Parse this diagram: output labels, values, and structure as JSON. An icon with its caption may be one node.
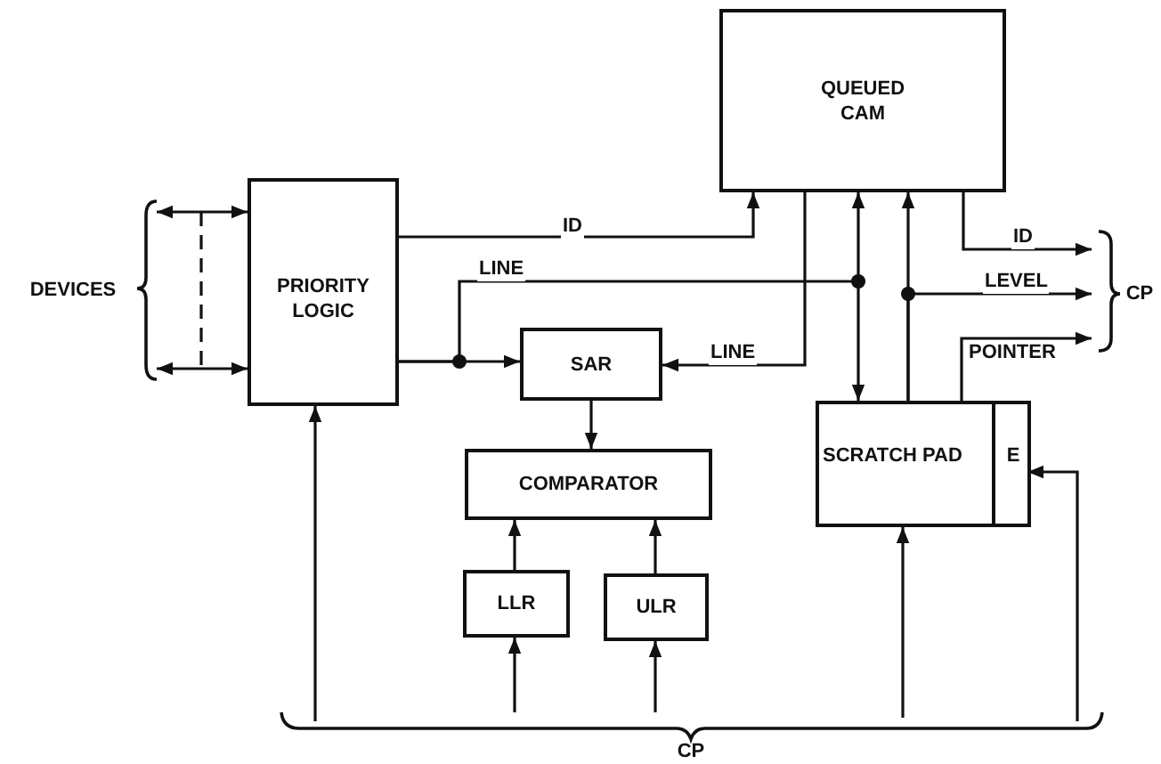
{
  "diagram": {
    "nodes": [
      {
        "text": [
          "QUEUED CAM"
        ]
      },
      {
        "text": [
          "PRIORITY LOGIC"
        ]
      },
      {
        "text": [
          "SAR"
        ]
      },
      {
        "text": [
          "COMPARATOR"
        ]
      },
      {
        "text": [
          "LLR"
        ]
      },
      {
        "text": [
          "ULR"
        ]
      },
      {
        "text": [
          "SCRATCH PAD"
        ]
      },
      {
        "text": [
          "E"
        ],
        "in": 6
      },
      {
        "text": [
          "DEVICES"
        ]
      },
      {
        "text": [
          "CP"
        ]
      },
      {
        "text": [
          "CP"
        ]
      }
    ],
    "edges": [
      {
        "from": 1,
        "to": 0,
        "arrow": "to",
        "label": "ID"
      },
      {
        "from": 1,
        "to": 2,
        "arrow": "to"
      },
      {
        "from": 1,
        "to": 0,
        "arrow": "other",
        "label": "LINE"
      },
      {
        "from": 0,
        "to": 2,
        "arrow": "to",
        "label": "LINE"
      },
      {
        "from": 0,
        "to": 6,
        "arrow": "both"
      },
      {
        "from": 6,
        "to": 0,
        "arrow": "to"
      },
      {
        "from": 0,
        "to": 9,
        "arrow": "to",
        "label": "ID"
      },
      {
        "from": 6,
        "to": 9,
        "arrow": "to",
        "label": "LEVEL"
      },
      {
        "from": 6,
        "to": 9,
        "arrow": "to",
        "label": "POINTER"
      },
      {
        "from": 2,
        "to": 3,
        "arrow": "to"
      },
      {
        "from": 4,
        "to": 3,
        "arrow": "to"
      },
      {
        "from": 5,
        "to": 3,
        "arrow": "to"
      },
      {
        "from": 10,
        "to": 1,
        "arrow": "to"
      },
      {
        "from": 10,
        "to": 4,
        "arrow": "to"
      },
      {
        "from": 10,
        "to": 5,
        "arrow": "to"
      },
      {
        "from": 10,
        "to": 6,
        "arrow": "to"
      },
      {
        "from": 10,
        "to": 7,
        "arrow": "to"
      },
      {
        "from": 8,
        "to": 1,
        "arrow": "both"
      },
      {
        "from": 8,
        "to": 1,
        "arrow": "both"
      }
    ]
  }
}
